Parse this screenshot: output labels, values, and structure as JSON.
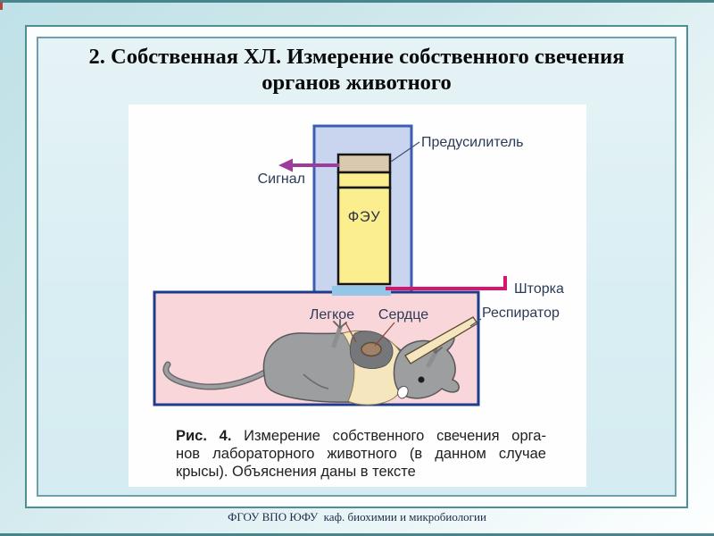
{
  "slide": {
    "title": "2. Собственная ХЛ. Измерение собственного свечения органов животного",
    "footer": "ФГОУ ВПО ЮФУ  каф. биохимии и микробиологии"
  },
  "figure": {
    "labels": {
      "preamplifier": "Предусилитель",
      "signal": "Сигнал",
      "pmt": "ФЭУ",
      "shutter": "Шторка",
      "respirator": "Респиратор",
      "lung": "Легкое",
      "heart": "Сердце"
    },
    "caption": {
      "bold": "Рис. 4.",
      "line1_rest": " Измерение собственного свечения орга-",
      "line2": "нов лабораторного животного (в данном случае",
      "line3": "крысы). Объяснения даны в тексте"
    },
    "colors": {
      "housing_fill": "#c9d5ee",
      "housing_border": "#3a5fb2",
      "detector_yellow": "#faee8f",
      "preamp_tan": "#d9c9ae",
      "chamber_pink": "#f8d6d9",
      "chamber_border": "#1e3c8c",
      "signal_arrow": "#9c3d9c",
      "shutter_line": "#d6156e",
      "shutter_glass": "#93c7e5",
      "rat_gray": "#9c9ea0",
      "belly_cream": "#f6e6bd",
      "heart_brown": "#a08268"
    }
  }
}
